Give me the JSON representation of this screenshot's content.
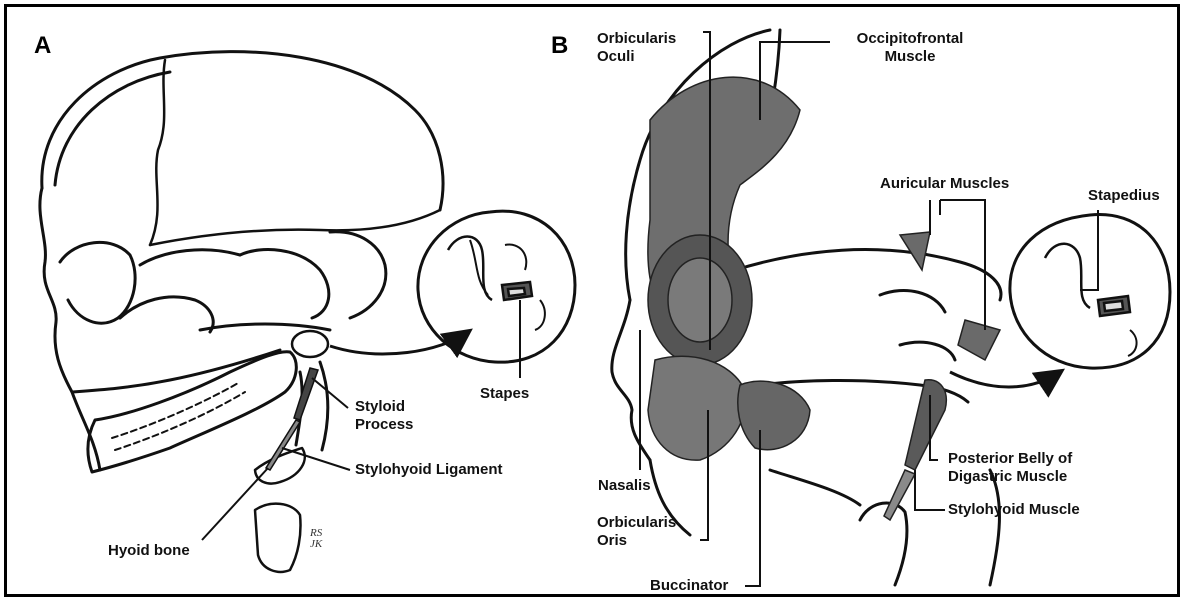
{
  "panels": {
    "a": "A",
    "b": "B"
  },
  "panel_a": {
    "stapes": "Stapes",
    "styloid_process": "Styloid\nProcess",
    "stylohyoid_ligament": "Stylohyoid Ligament",
    "hyoid_bone": "Hyoid bone"
  },
  "panel_b": {
    "orbicularis_oculi": "Orbicularis\nOculi",
    "occipitofrontal": "Occipitofrontal\nMuscle",
    "auricular_muscles": "Auricular Muscles",
    "stapedius": "Stapedius",
    "nasalis": "Nasalis",
    "orbicularis_oris": "Orbicularis\nOris",
    "buccinator": "Buccinator",
    "posterior_belly": "Posterior Belly of\nDigastric Muscle",
    "stylohyoid_muscle": "Stylohyoid Muscle"
  },
  "signature": "RS\nJK",
  "colors": {
    "line": "#111111",
    "muscle": "#6e6e6e",
    "muscle_light": "#a8a8a8"
  }
}
